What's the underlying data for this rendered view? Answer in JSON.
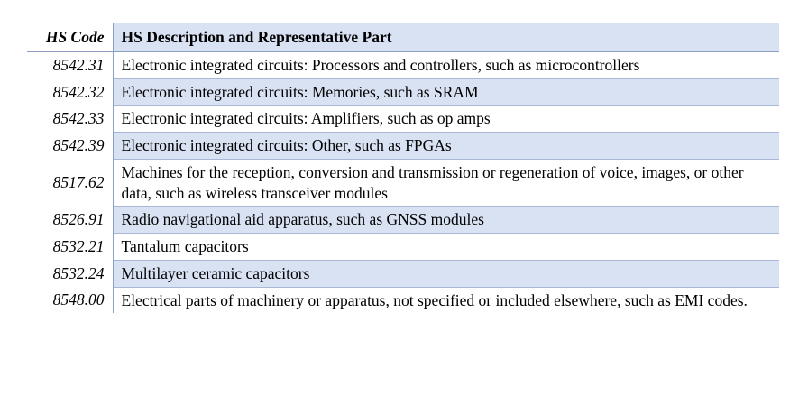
{
  "table": {
    "columns": [
      {
        "key": "code",
        "header": "HS Code"
      },
      {
        "key": "description",
        "header": "HS Description and Representative Part"
      }
    ],
    "colors": {
      "band_blue": "#d9e2f3",
      "row_rule": "#a8b8d4",
      "header_rule": "#8ba0c2",
      "text": "#000000",
      "page_background": "#ffffff"
    },
    "rows": [
      {
        "code": "8542.31",
        "description": "Electronic integrated circuits: Processors and controllers, such as microcontrollers",
        "shaded": false,
        "underlined_prefix": ""
      },
      {
        "code": "8542.32",
        "description": "Electronic integrated circuits: Memories, such as SRAM",
        "shaded": true,
        "underlined_prefix": ""
      },
      {
        "code": "8542.33",
        "description": "Electronic integrated circuits: Amplifiers, such as op amps",
        "shaded": false,
        "underlined_prefix": ""
      },
      {
        "code": "8542.39",
        "description": "Electronic integrated circuits: Other, such as FPGAs",
        "shaded": true,
        "underlined_prefix": ""
      },
      {
        "code": "8517.62",
        "description": "Machines for the reception, conversion and transmission or regeneration of voice, images, or other data, such as wireless transceiver modules",
        "shaded": false,
        "underlined_prefix": ""
      },
      {
        "code": "8526.91",
        "description": "Radio navigational aid apparatus, such as GNSS modules",
        "shaded": true,
        "underlined_prefix": ""
      },
      {
        "code": "8532.21",
        "description": "Tantalum capacitors",
        "shaded": false,
        "underlined_prefix": ""
      },
      {
        "code": "8532.24",
        "description": "Multilayer ceramic capacitors",
        "shaded": true,
        "underlined_prefix": ""
      },
      {
        "code": "8548.00",
        "description": " not specified or included elsewhere, such as EMI codes.",
        "shaded": false,
        "underlined_prefix": "Electrical parts of machinery or apparatus,"
      }
    ]
  }
}
